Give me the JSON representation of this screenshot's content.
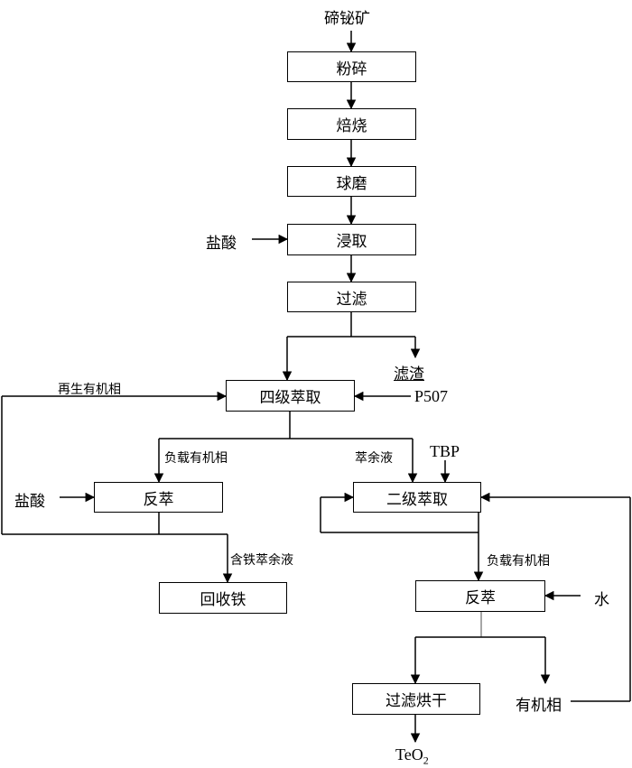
{
  "nodes": {
    "ore": "碲铋矿",
    "crush": "粉碎",
    "roast": "焙烧",
    "mill": "球磨",
    "leach": "浸取",
    "filter1": "过滤",
    "residue": "滤渣",
    "extract4": "四级萃取",
    "strip1": "反萃",
    "recover_fe": "回收铁",
    "extract2": "二级萃取",
    "strip2": "反萃",
    "dry": "过滤烘干",
    "organic": "有机相",
    "product_main": "TeO",
    "product_sub": "2"
  },
  "inputs": {
    "hcl_leach": "盐酸",
    "p507": "P507",
    "hcl_strip": "盐酸",
    "tbp": "TBP",
    "water": "水"
  },
  "streams": {
    "regen_organic": "再生有机相",
    "loaded_organic_1": "负载有机相",
    "raffinate": "萃余液",
    "fe_raffinate": "含铁萃余液",
    "loaded_organic_2": "负载有机相"
  }
}
